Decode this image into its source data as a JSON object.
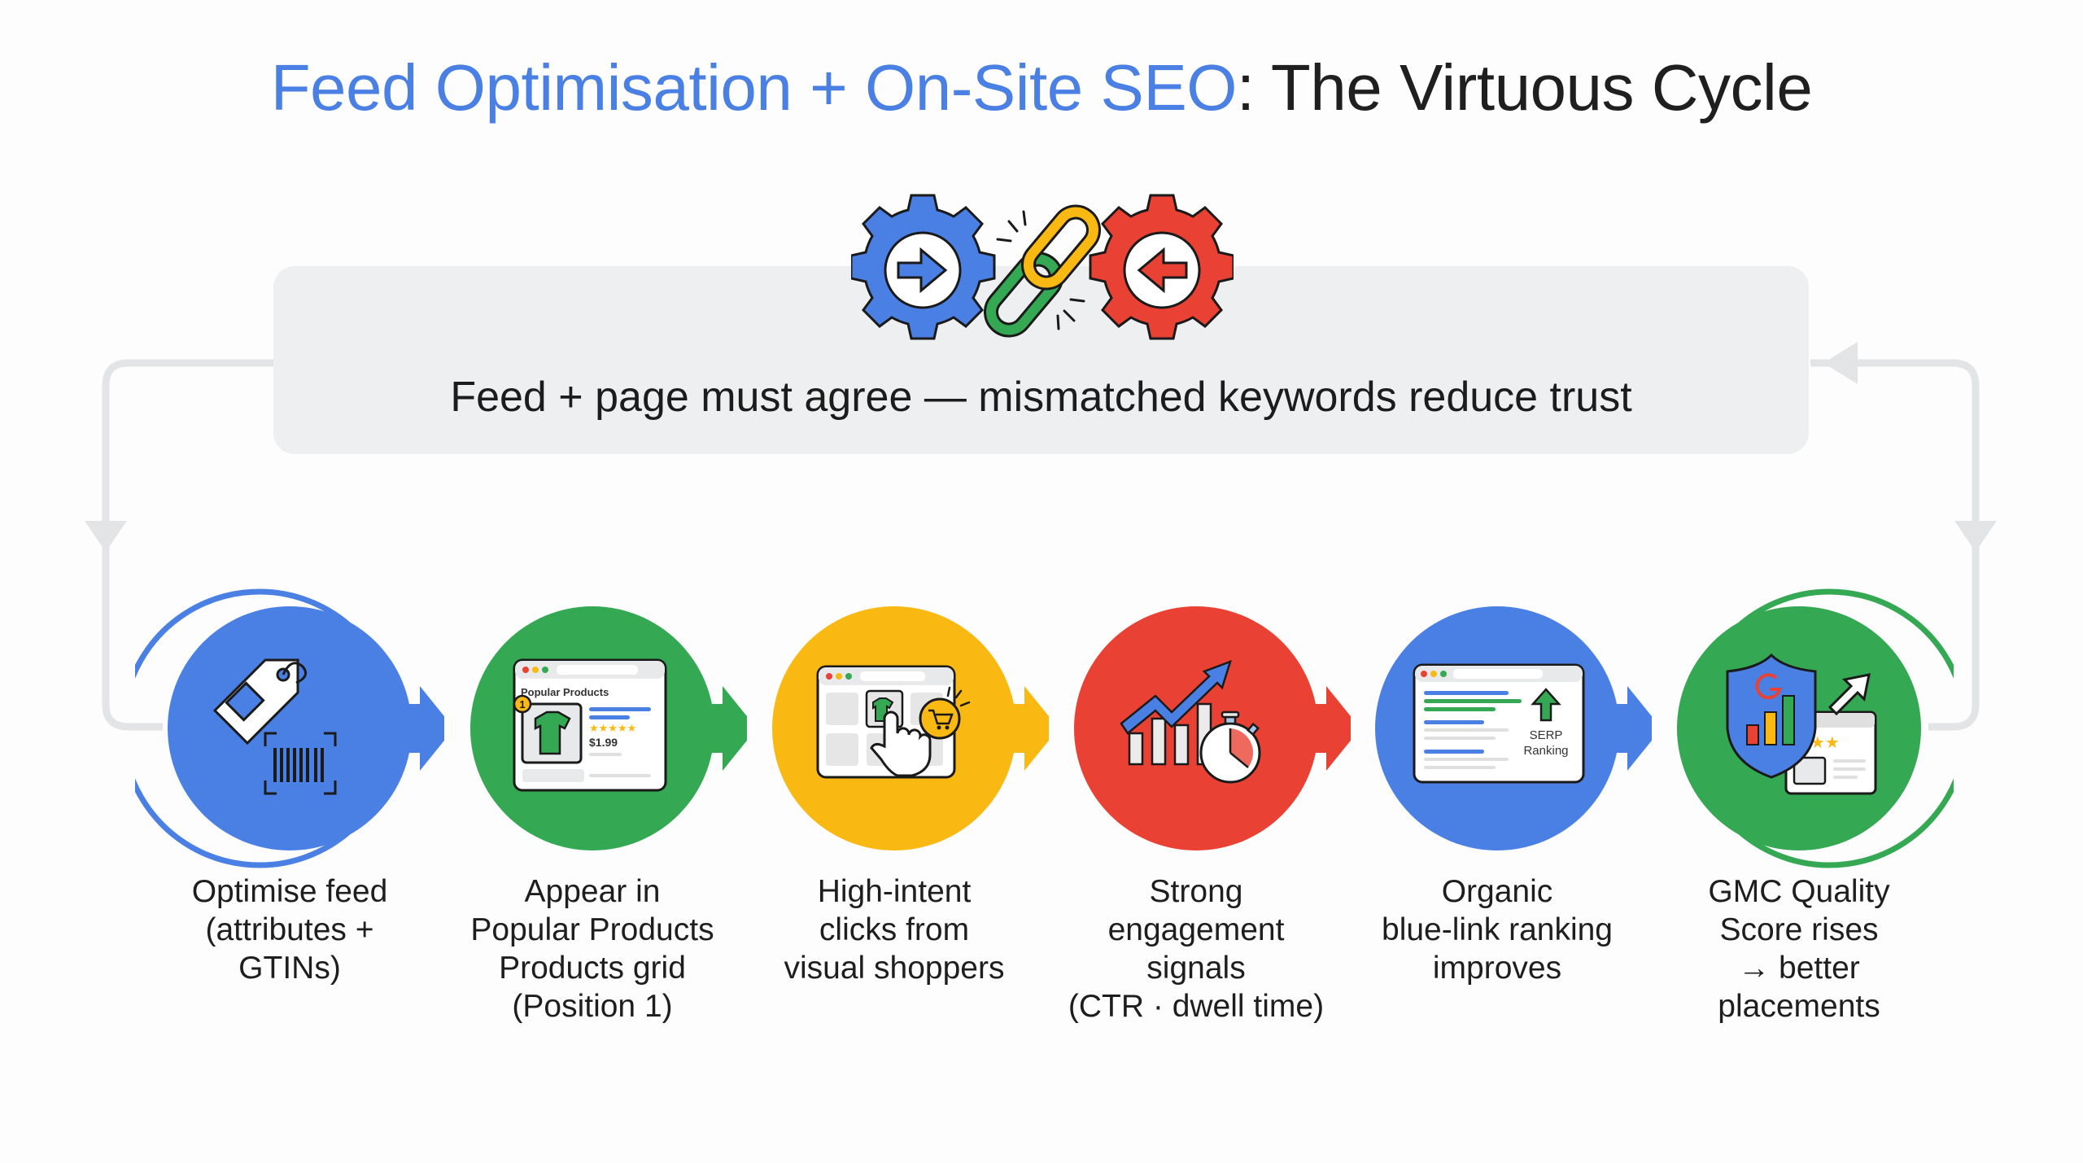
{
  "title": {
    "highlight": "Feed Optimisation + On-Site SEO",
    "rest": ": The Virtuous Cycle"
  },
  "banner": {
    "text": "Feed + page must agree — mismatched keywords reduce trust",
    "icon": "gears-linked-chain-icon"
  },
  "colors": {
    "blue": "#4a80e3",
    "green": "#34a853",
    "yellow": "#f9b912",
    "red": "#e94235",
    "banner_bg": "#eeeff0",
    "loop_line": "#e3e4e6"
  },
  "steps": [
    {
      "color": "#4a80e3",
      "icon": "price-tag-barcode-icon",
      "lines": [
        "Optimise feed",
        "(attributes +",
        "GTINs)"
      ]
    },
    {
      "color": "#34a853",
      "icon": "popular-products-browser-icon",
      "icon_text": {
        "heading": "Popular Products",
        "badge": "1",
        "price": "$1.99"
      },
      "lines": [
        "Appear in",
        "Popular Products",
        "Products grid",
        "(Position 1)"
      ]
    },
    {
      "color": "#f9b912",
      "icon": "click-shopping-cart-icon",
      "lines": [
        "High-intent",
        "clicks from",
        "visual shoppers"
      ]
    },
    {
      "color": "#e94235",
      "icon": "trend-chart-stopwatch-icon",
      "lines": [
        "Strong",
        "engagement",
        "signals",
        "(CTR · dwell time)"
      ]
    },
    {
      "color": "#4a80e3",
      "icon": "serp-ranking-browser-icon",
      "icon_text": {
        "line1": "SERP",
        "line2": "Ranking"
      },
      "lines": [
        "Organic",
        "blue-link ranking",
        "improves"
      ]
    },
    {
      "color": "#34a853",
      "icon": "quality-shield-rating-icon",
      "lines": [
        "GMC Quality",
        "Score rises",
        "→ better",
        "placements"
      ]
    }
  ]
}
